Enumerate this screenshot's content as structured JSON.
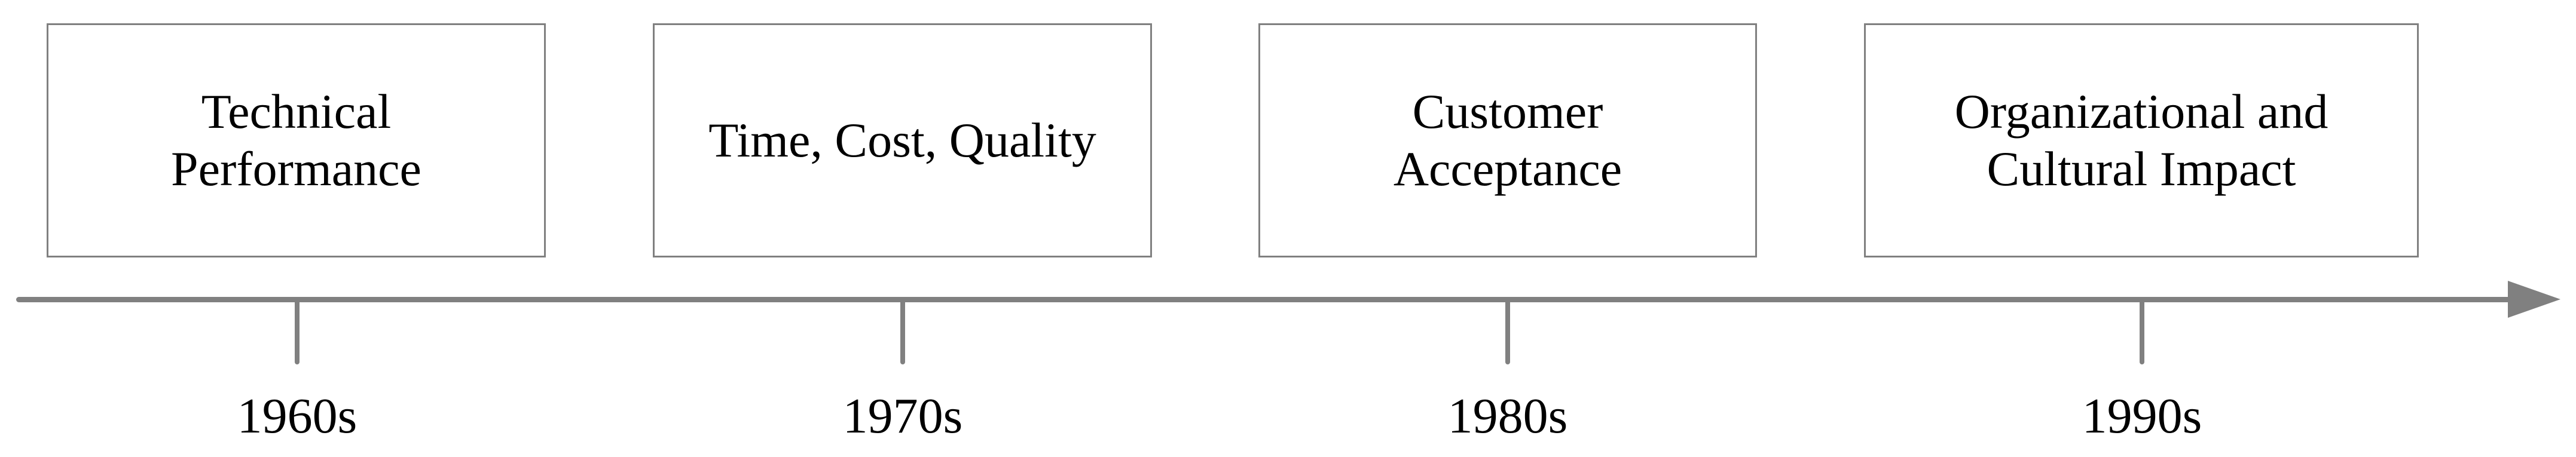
{
  "figure": {
    "type": "timeline",
    "direction": "left-to-right",
    "colors": {
      "axis_line": "#808080",
      "box_border": "#808080",
      "box_fill": "#ffffff",
      "text": "#000000",
      "background": "#ffffff"
    },
    "eras": [
      {
        "decade": "1960s",
        "label": "Technical Performance",
        "lines": [
          "Technical",
          "Performance"
        ]
      },
      {
        "decade": "1970s",
        "label": "Time, Cost, Quality",
        "lines": [
          "Time, Cost, Quality"
        ]
      },
      {
        "decade": "1980s",
        "label": "Customer Acceptance",
        "lines": [
          "Customer",
          "Acceptance"
        ]
      },
      {
        "decade": "1990s",
        "label": "Organizational and Cultural Impact",
        "lines": [
          "Organizational and",
          "Cultural Impact"
        ]
      }
    ]
  }
}
